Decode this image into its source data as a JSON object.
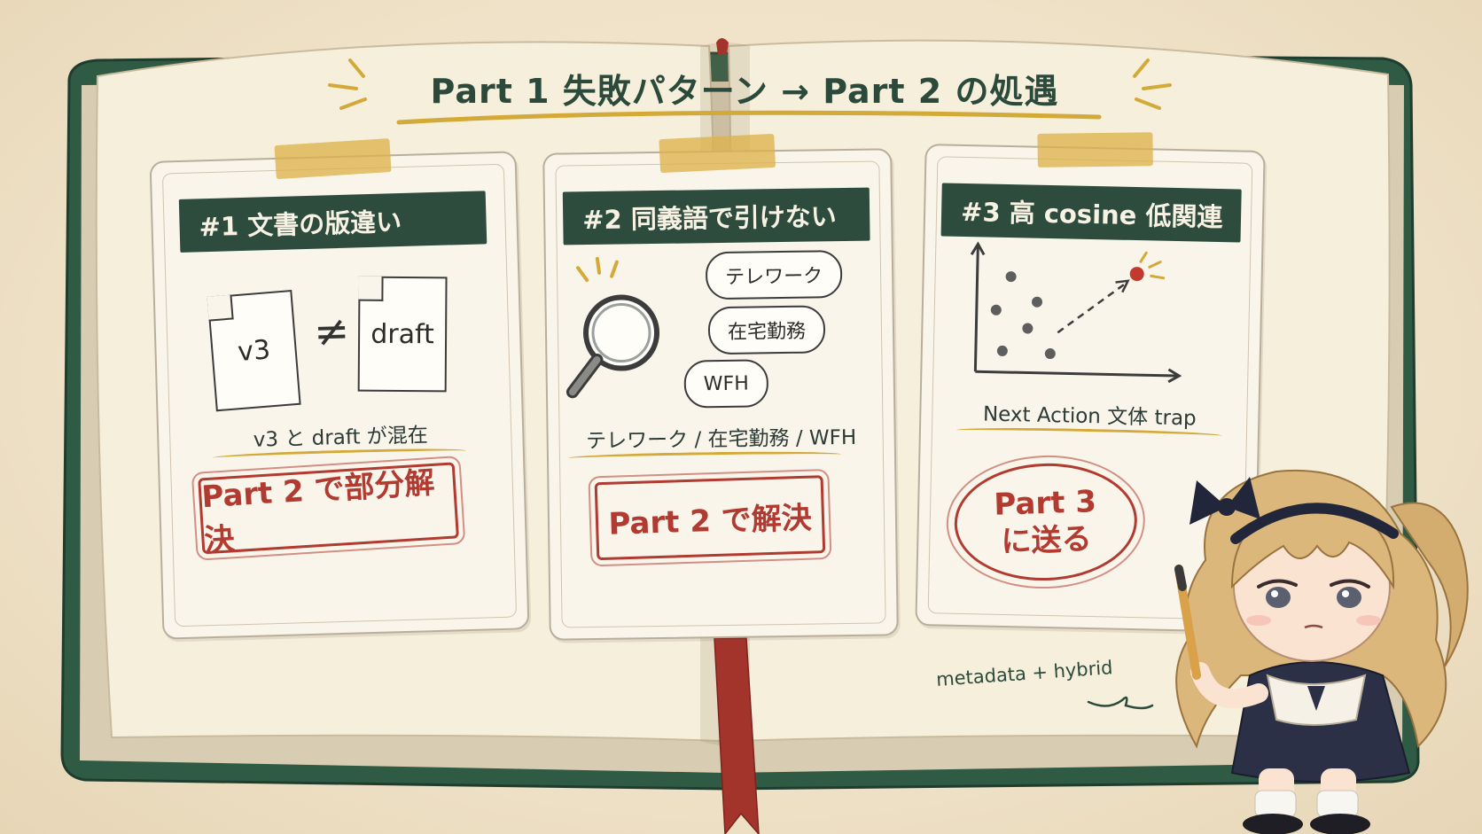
{
  "title": "Part 1 失敗パターン → Part 2 の処遇",
  "colors": {
    "book_cover": "#2f5a43",
    "page": "#f6efdc",
    "header_bg": "#2d4c3e",
    "stamp_red": "#b13a31",
    "tape_yellow": "#deb24c",
    "underline_yellow": "#d3a938",
    "ink": "#2d3b36"
  },
  "cards": [
    {
      "header": "#1 文書の版違い",
      "docs": [
        "v3",
        "draft"
      ],
      "neq_symbol": "≠",
      "description": "v3 と draft が混在",
      "stamp": "Part 2 で部分解決"
    },
    {
      "header": "#2 同義語で引けない",
      "icon": "magnifier-icon",
      "bubbles": [
        "テレワーク",
        "在宅勤務",
        "WFH"
      ],
      "description": "テレワーク / 在宅勤務 / WFH",
      "stamp": "Part 2 で解決"
    },
    {
      "header": "#3 高 cosine 低関連",
      "icon": "scatter-plot-icon",
      "description": "Next Action 文体 trap",
      "stamp_line1": "Part 3",
      "stamp_line2": "に送る"
    }
  ],
  "note": "metadata + hybrid"
}
